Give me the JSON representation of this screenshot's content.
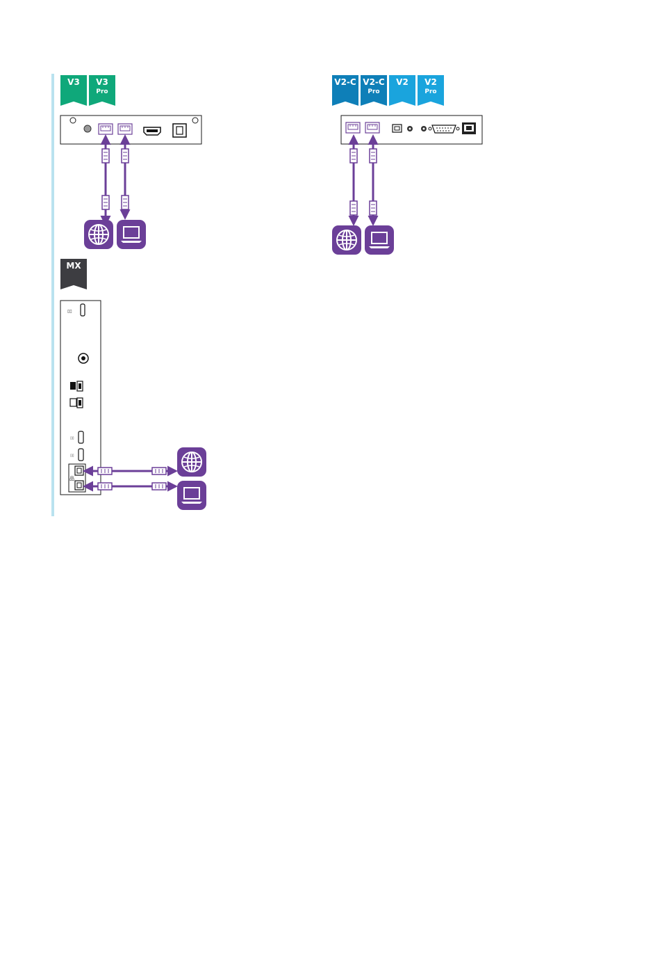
{
  "colors": {
    "rule": "#b9e2ef",
    "v3_green": "#0fa87a",
    "v2c_blue": "#0e7fb8",
    "v2_blue": "#1aa4dd",
    "mx_gray": "#3d3d41",
    "cable_purple": "#6b3f98",
    "device_purple": "#6b3f98",
    "panel_stroke": "#1a1a1a"
  },
  "badges": {
    "v3": {
      "line1": "V3",
      "line2": ""
    },
    "v3_pro": {
      "line1": "V3",
      "line2": "Pro"
    },
    "v2c": {
      "line1": "V2-C",
      "line2": ""
    },
    "v2c_pro": {
      "line1": "V2-C",
      "line2": "Pro"
    },
    "v2": {
      "line1": "V2",
      "line2": ""
    },
    "v2_pro": {
      "line1": "V2",
      "line2": "Pro"
    },
    "mx": {
      "line1": "MX",
      "line2": ""
    }
  },
  "icons": {
    "internet": "globe-icon",
    "computer": "laptop-icon",
    "ethernet_port": "ethernet-port-icon",
    "hdmi_port": "hdmi-port-icon",
    "usb_port": "usb-port-icon",
    "audio_jack": "audio-jack-icon",
    "vga_port": "vga-port-icon",
    "connector": "rj45-connector-icon"
  }
}
